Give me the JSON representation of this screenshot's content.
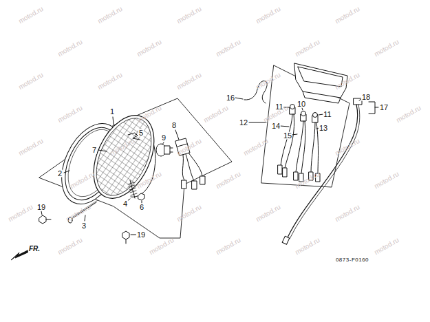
{
  "diagram": {
    "labels": [
      "1",
      "2",
      "3",
      "4",
      "5",
      "6",
      "7",
      "8",
      "9",
      "10",
      "11",
      "11",
      "12",
      "13",
      "14",
      "15",
      "16",
      "17",
      "18",
      "19",
      "19",
      "FR.",
      "0873-F0160",
      "motod.ru",
      "motod.ru",
      "motod.ru",
      "motod.ru",
      "motod.ru",
      "motod.ru",
      "motod.ru",
      "motod.ru",
      "motod.ru",
      "motod.ru",
      "motod.ru",
      "motod.ru",
      "motod.ru",
      "motod.ru",
      "motod.ru",
      "motod.ru",
      "motod.ru",
      "motod.ru",
      "motod.ru",
      "motod.ru",
      "motod.ru",
      "motod.ru",
      "motod.ru",
      "motod.ru",
      "motod.ru",
      "motod.ru",
      "motod.ru",
      "motod.ru",
      "motod.ru",
      "motod.ru",
      "motod.ru",
      "motod.ru",
      "motod.ru",
      "motod.ru",
      "motod.ru",
      "motod.ru",
      "motod.ru",
      "motod.ru",
      "motod.ru",
      "motod.ru"
    ]
  }
}
